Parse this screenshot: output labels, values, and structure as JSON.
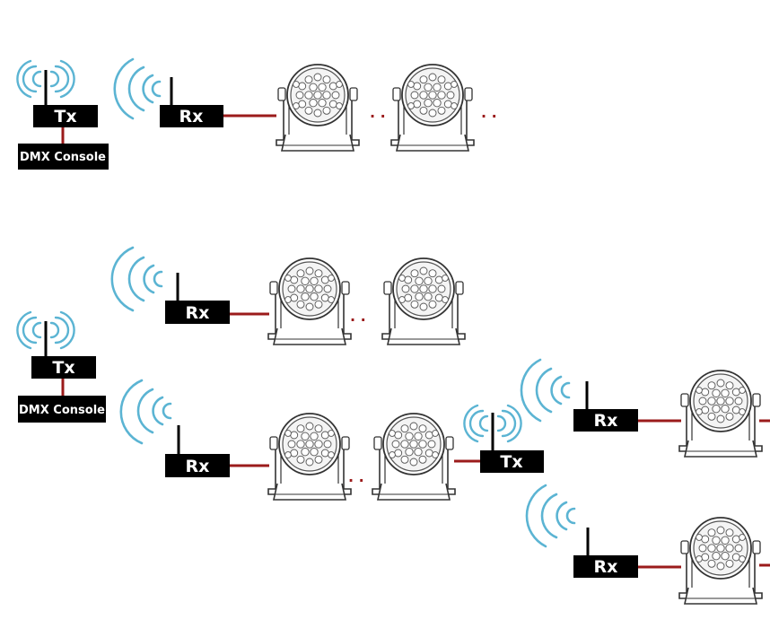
{
  "labels": {
    "tx": "Tx",
    "rx": "Rx",
    "console": "DMX Console",
    "chain_dots": ". ."
  },
  "colors": {
    "device_fill": "#000000",
    "device_text": "#ffffff",
    "cable": "#9b1b1b",
    "wave": "#5bb4d3",
    "fixture_stroke": "#333333"
  }
}
